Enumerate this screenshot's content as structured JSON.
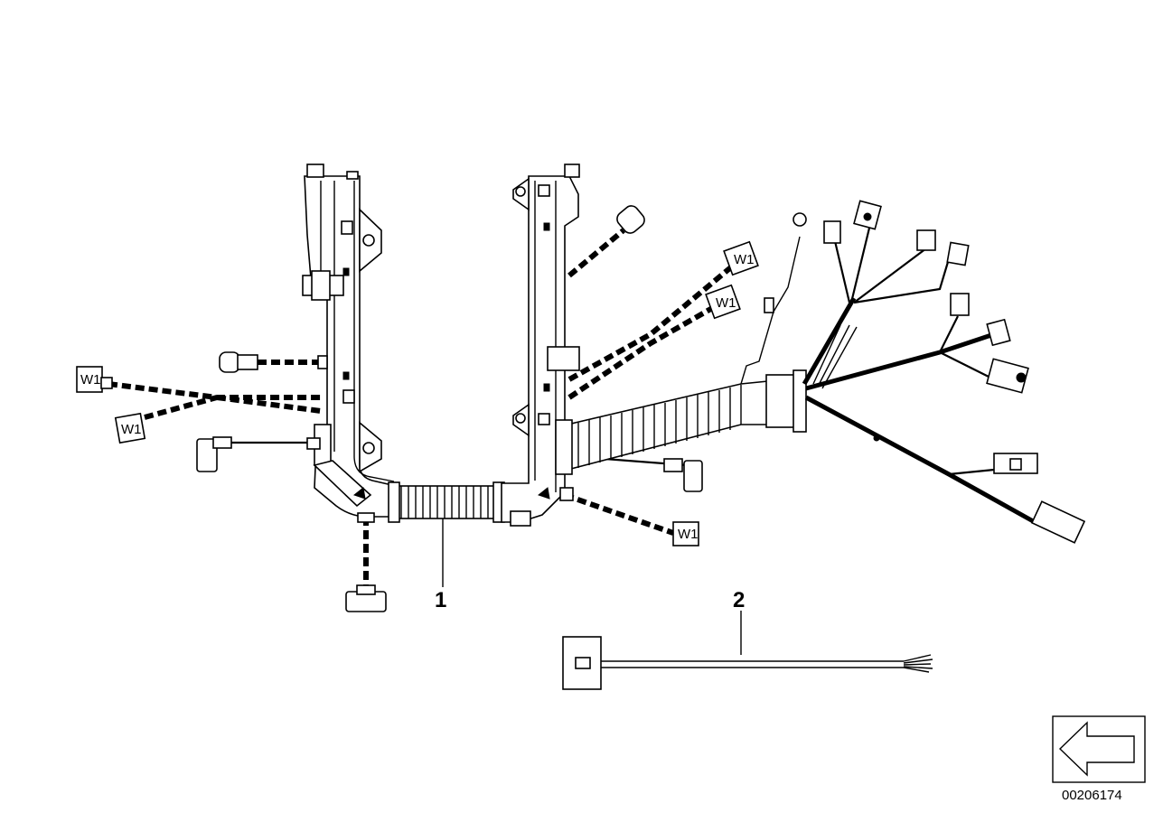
{
  "diagram": {
    "callouts": [
      {
        "id": "1",
        "label": "1"
      },
      {
        "id": "2",
        "label": "2"
      }
    ],
    "image_code": "00206174",
    "nav": {
      "back_icon": "left-arrow-icon"
    },
    "colors": {
      "ink": "#000000",
      "background": "#ffffff"
    }
  }
}
